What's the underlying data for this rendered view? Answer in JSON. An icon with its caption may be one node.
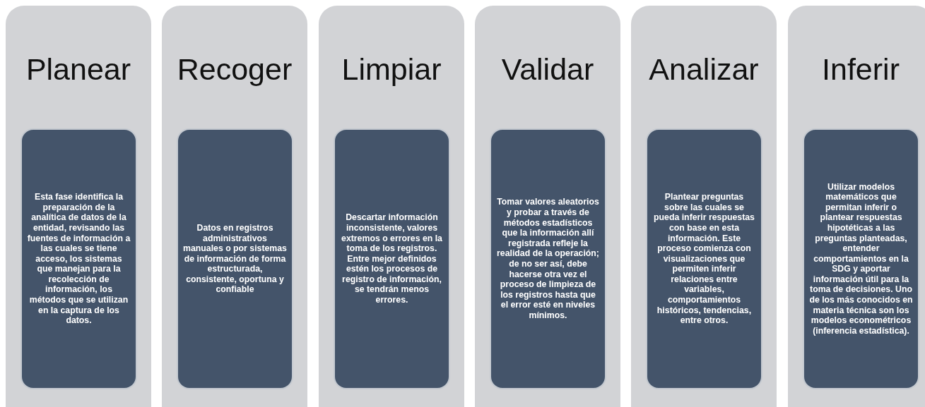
{
  "diagram": {
    "nodes": [
      {
        "text": [
          "Planear"
        ]
      },
      {
        "text": [
          "Esta fase identifica la preparación de la analítica de datos de la entidad, revisando las fuentes de información a las cuales se tiene acceso, los sistemas que manejan para la recolección de información, los métodos que se utilizan en la captura de los datos."
        ],
        "in": 0
      },
      {
        "text": [
          "Recoger"
        ]
      },
      {
        "text": [
          "Datos en registros administrativos manuales o por sistemas de información de forma estructurada, consistente, oportuna y confiable"
        ],
        "in": 2
      },
      {
        "text": [
          "Limpiar"
        ]
      },
      {
        "text": [
          "Descartar información inconsistente, valores extremos o errores en la toma de los registros. Entre mejor definidos estén los procesos de registro de información, se tendrán menos errores."
        ],
        "in": 4
      },
      {
        "text": [
          "Validar"
        ]
      },
      {
        "text": [
          "Tomar valores aleatorios y probar a través de métodos estadísticos que la información allí registrada refleje la realidad de la operación; de no ser así, debe hacerse otra vez el proceso de limpieza de los registros hasta que el error esté en niveles mínimos."
        ],
        "in": 6
      },
      {
        "text": [
          "Analizar"
        ]
      },
      {
        "text": [
          "Plantear preguntas sobre las cuales se pueda inferir respuestas con base en esta información. Este proceso comienza con visualizaciones que permiten inferir relaciones entre variables, comportamientos históricos, tendencias, entre otros."
        ],
        "in": 8
      },
      {
        "text": [
          "Inferir"
        ]
      },
      {
        "text": [
          "Utilizar modelos matemáticos que permitan inferir o plantear respuestas hipotéticas a las preguntas planteadas, entender comportamientos en la SDG y aportar información útil para la toma de decisiones. Uno de los más conocidos en materia técnica son los modelos econométricos (inferencia estadística)."
        ],
        "in": 10
      }
    ],
    "edges": []
  }
}
